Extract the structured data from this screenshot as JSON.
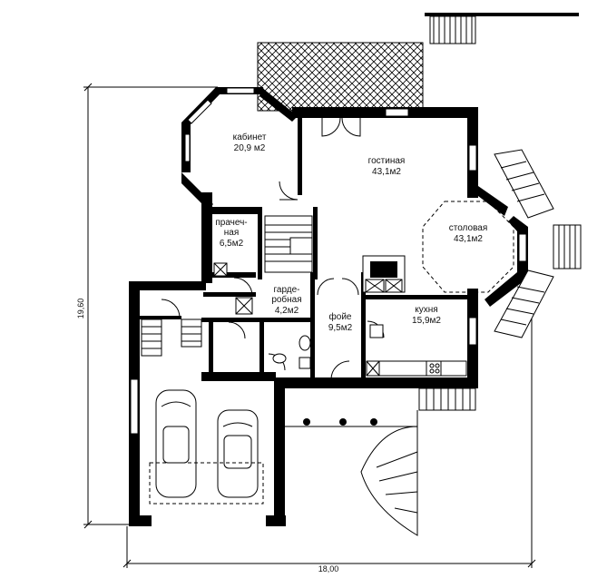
{
  "rooms": {
    "cabinet": {
      "name": "кабинет",
      "area": "20,9 м2"
    },
    "living": {
      "name": "гостиная",
      "area": "43,1м2"
    },
    "dining": {
      "name": "столовая",
      "area": "43,1м2"
    },
    "laundry": {
      "line1": "прачеч-",
      "line2": "ная",
      "area": "6,5м2"
    },
    "wardrobe": {
      "line1": "гарде-",
      "line2": "робная",
      "area": "4,2м2"
    },
    "foyer": {
      "name": "фойе",
      "area": "9,5м2"
    },
    "kitchen": {
      "name": "кухня",
      "area": "15,9м2"
    }
  },
  "dimensions": {
    "height": "19,60",
    "width": "18,00"
  }
}
